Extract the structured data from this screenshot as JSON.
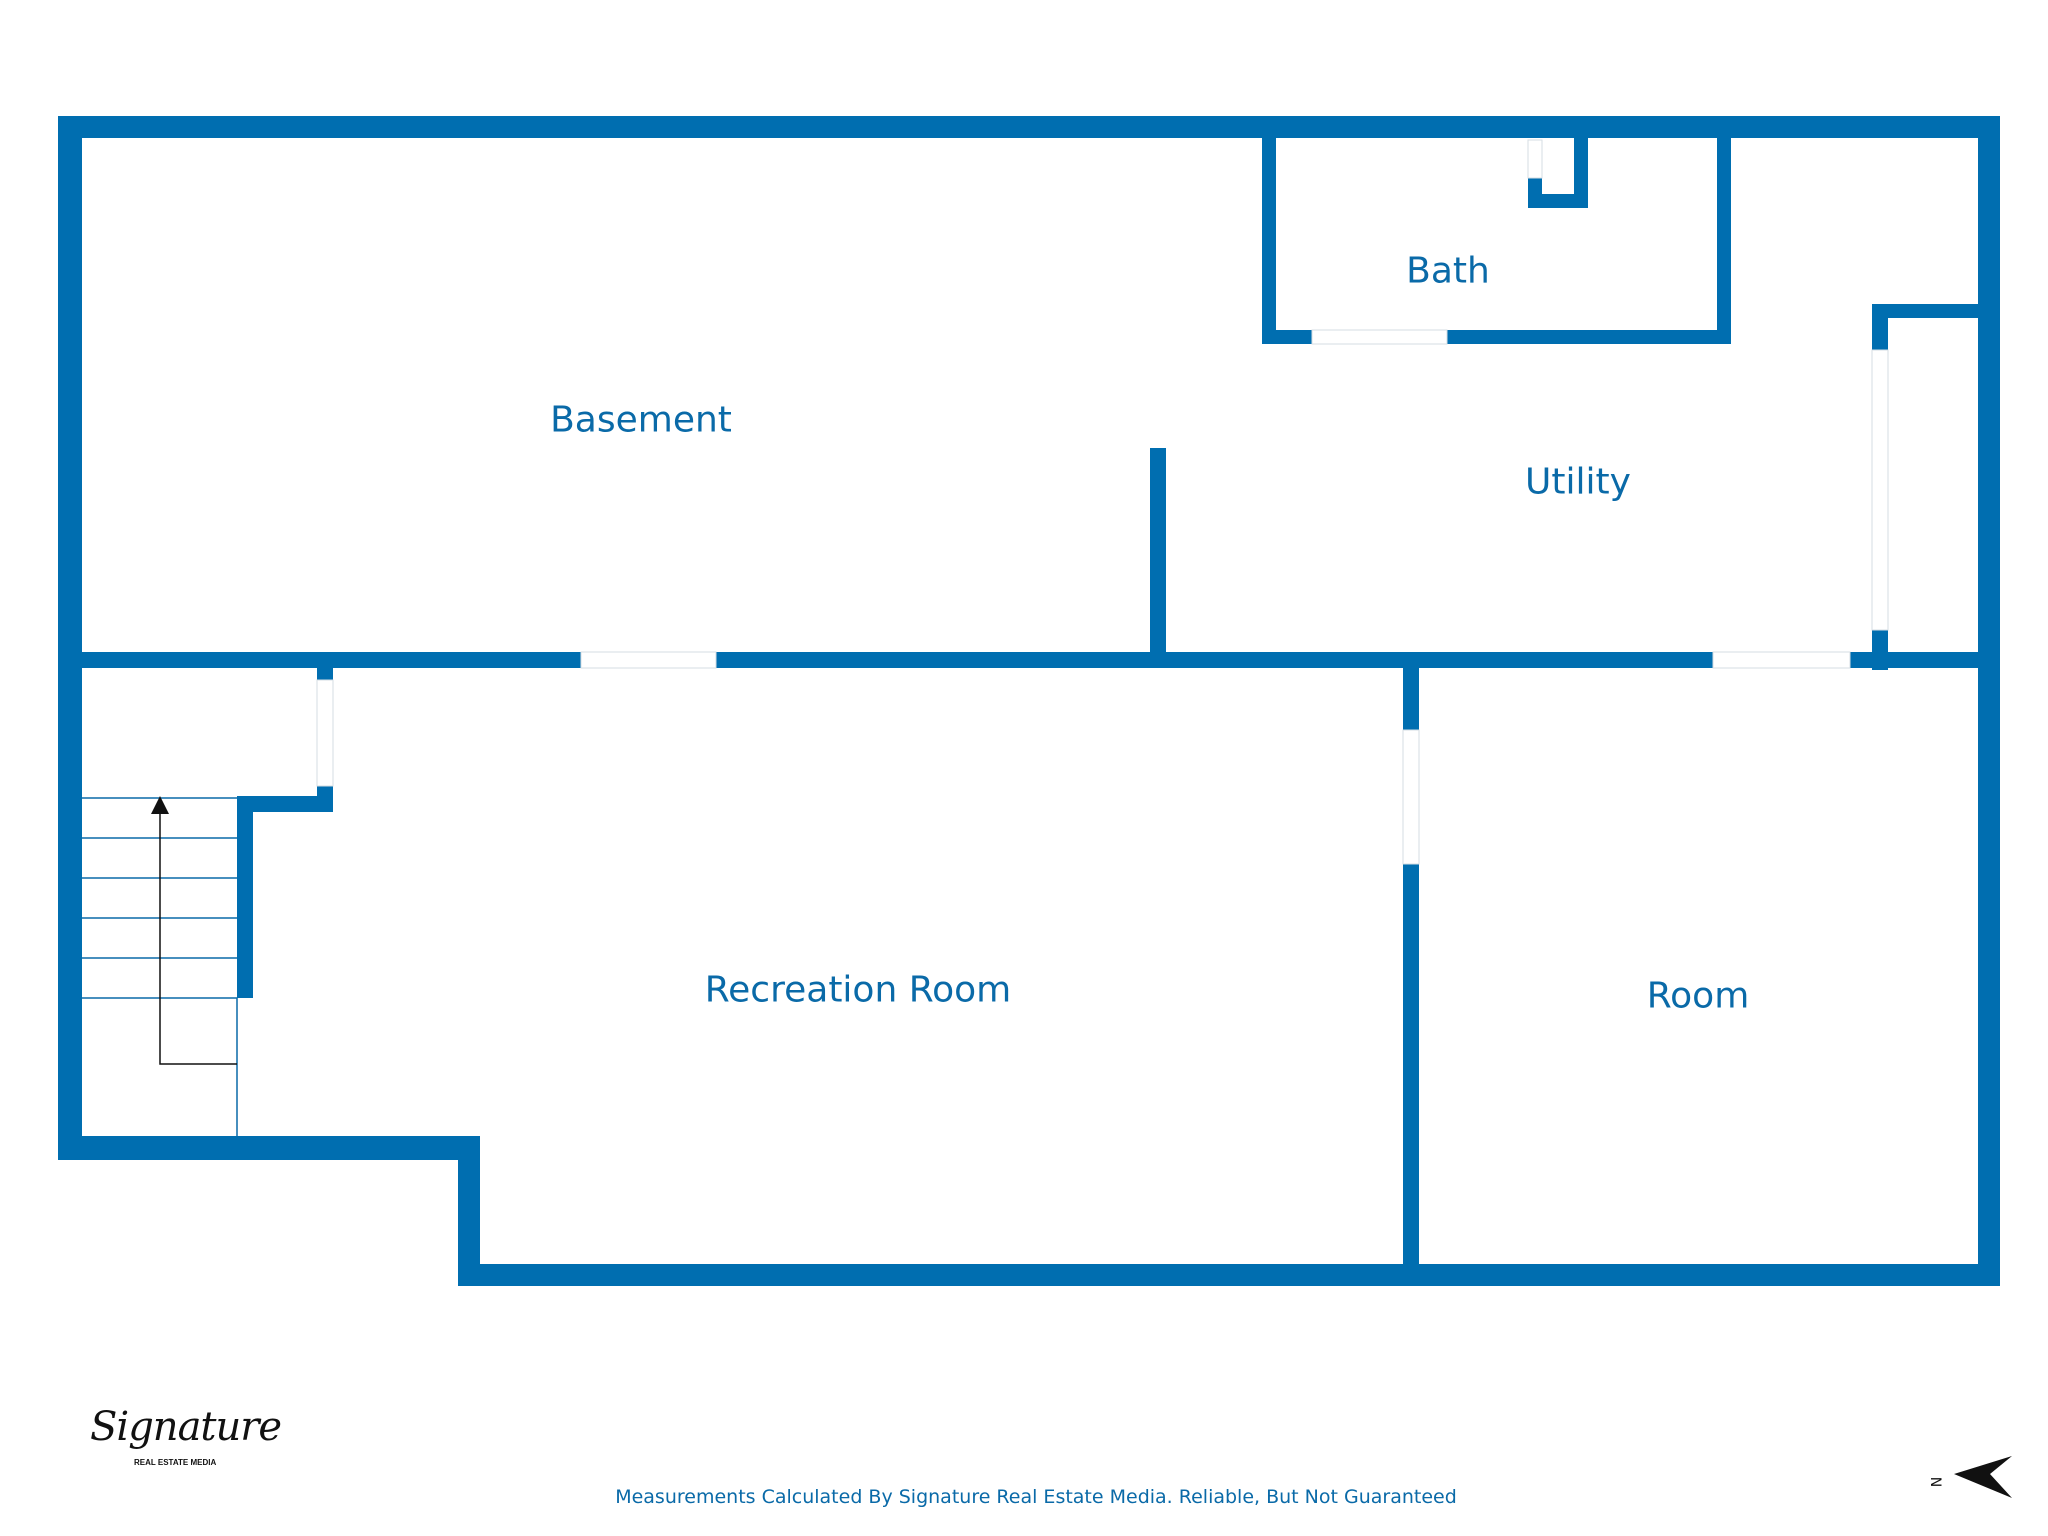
{
  "colors": {
    "wall": "#006eb0",
    "label": "#0a6aa8",
    "stair": "#0a6aa8",
    "arrow": "#111111"
  },
  "rooms": {
    "basement": "Basement",
    "bath": "Bath",
    "utility": "Utility",
    "recreation": "Recreation Room",
    "room": "Room"
  },
  "footer": {
    "disclaimer": "Measurements Calculated By Signature Real Estate Media. Reliable, But Not Guaranteed"
  },
  "logo": {
    "script": "Signature",
    "subtext": "REAL ESTATE MEDIA"
  },
  "compass": {
    "label": "N",
    "icon": "north-arrow-icon"
  }
}
